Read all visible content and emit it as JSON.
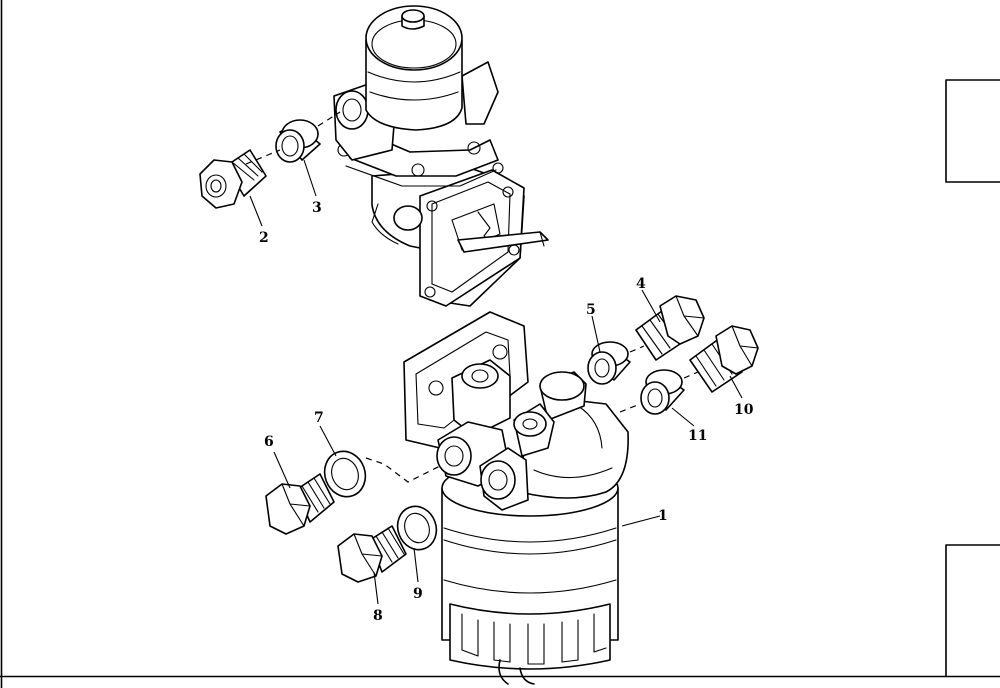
{
  "diagram": {
    "type": "exploded-parts-view",
    "line_color": "#000000",
    "background": "#ffffff",
    "callouts": [
      {
        "id": "c1",
        "label": "1"
      },
      {
        "id": "c2",
        "label": "2"
      },
      {
        "id": "c3",
        "label": "3"
      },
      {
        "id": "c4",
        "label": "4"
      },
      {
        "id": "c5",
        "label": "5"
      },
      {
        "id": "c6",
        "label": "6"
      },
      {
        "id": "c7",
        "label": "7"
      },
      {
        "id": "c8",
        "label": "8"
      },
      {
        "id": "c9",
        "label": "9"
      },
      {
        "id": "c10",
        "label": "10"
      },
      {
        "id": "c11",
        "label": "11"
      }
    ]
  }
}
